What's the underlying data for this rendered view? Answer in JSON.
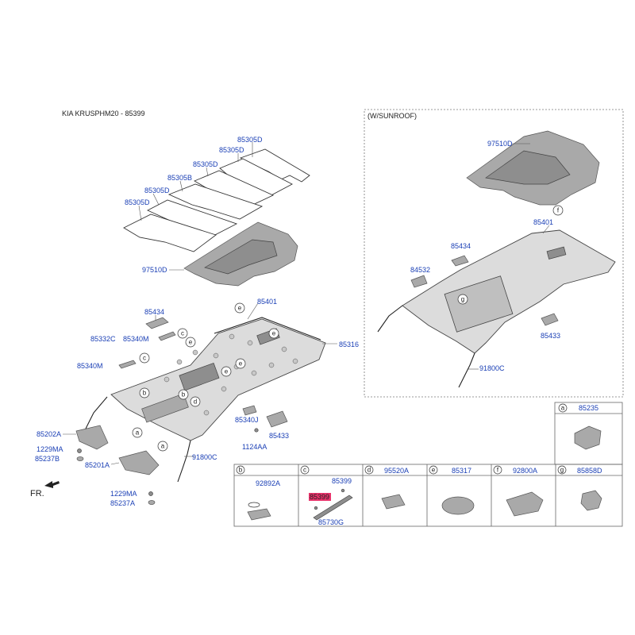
{
  "title": "KIA KRUSPHM20 - 85399",
  "sunroof_label": "(W/SUNROOF)",
  "front_label": "FR.",
  "colors": {
    "label": "#1a3fb5",
    "highlight": "#e8336b",
    "part_fill": "#a9a9a9",
    "headliner_fill": "#dcdcdc"
  },
  "callouts": {
    "p85305D_1": "85305D",
    "p85305D_2": "85305D",
    "p85305D_3": "85305D",
    "p85305D_4": "85305D",
    "p85305D_5": "85305D",
    "p85305B": "85305B",
    "p97510D_main": "97510D",
    "p85401_main": "85401",
    "p85434_main": "85434",
    "p85332C": "85332C",
    "p85340M_1": "85340M",
    "p85340M_2": "85340M",
    "p85316": "85316",
    "p85202A": "85202A",
    "p1229MA_1": "1229MA",
    "p85237B": "85237B",
    "p85201A": "85201A",
    "p1229MA_2": "1229MA",
    "p85237A": "85237A",
    "p91800C_main": "91800C",
    "p85340J": "85340J",
    "p1124AA": "1124AA",
    "p85433_main": "85433",
    "p97510D_sun": "97510D",
    "p85401_sun": "85401",
    "p85434_sun": "85434",
    "p84532": "84532",
    "p85433_sun": "85433",
    "p91800C_sun": "91800C"
  },
  "detail_boxes": {
    "a": {
      "letter": "a",
      "part": "85235"
    },
    "b": {
      "letter": "b",
      "part": "92892A"
    },
    "c": {
      "letter": "c",
      "part_top": "85399",
      "part_highlight": "85399",
      "part_bottom": "85730G"
    },
    "d": {
      "letter": "d",
      "part": "95520A"
    },
    "e": {
      "letter": "e",
      "part": "85317"
    },
    "f": {
      "letter": "f",
      "part": "92800A"
    },
    "g": {
      "letter": "g",
      "part": "85858D"
    }
  },
  "ref_circles": {
    "r1": "e",
    "r2": "e",
    "r3": "c",
    "r4": "e",
    "r5": "c",
    "r6": "b",
    "r7": "e",
    "r8": "e",
    "r9": "b",
    "r10": "d",
    "r11": "a",
    "r12": "a",
    "r13": "f",
    "r14": "g"
  }
}
